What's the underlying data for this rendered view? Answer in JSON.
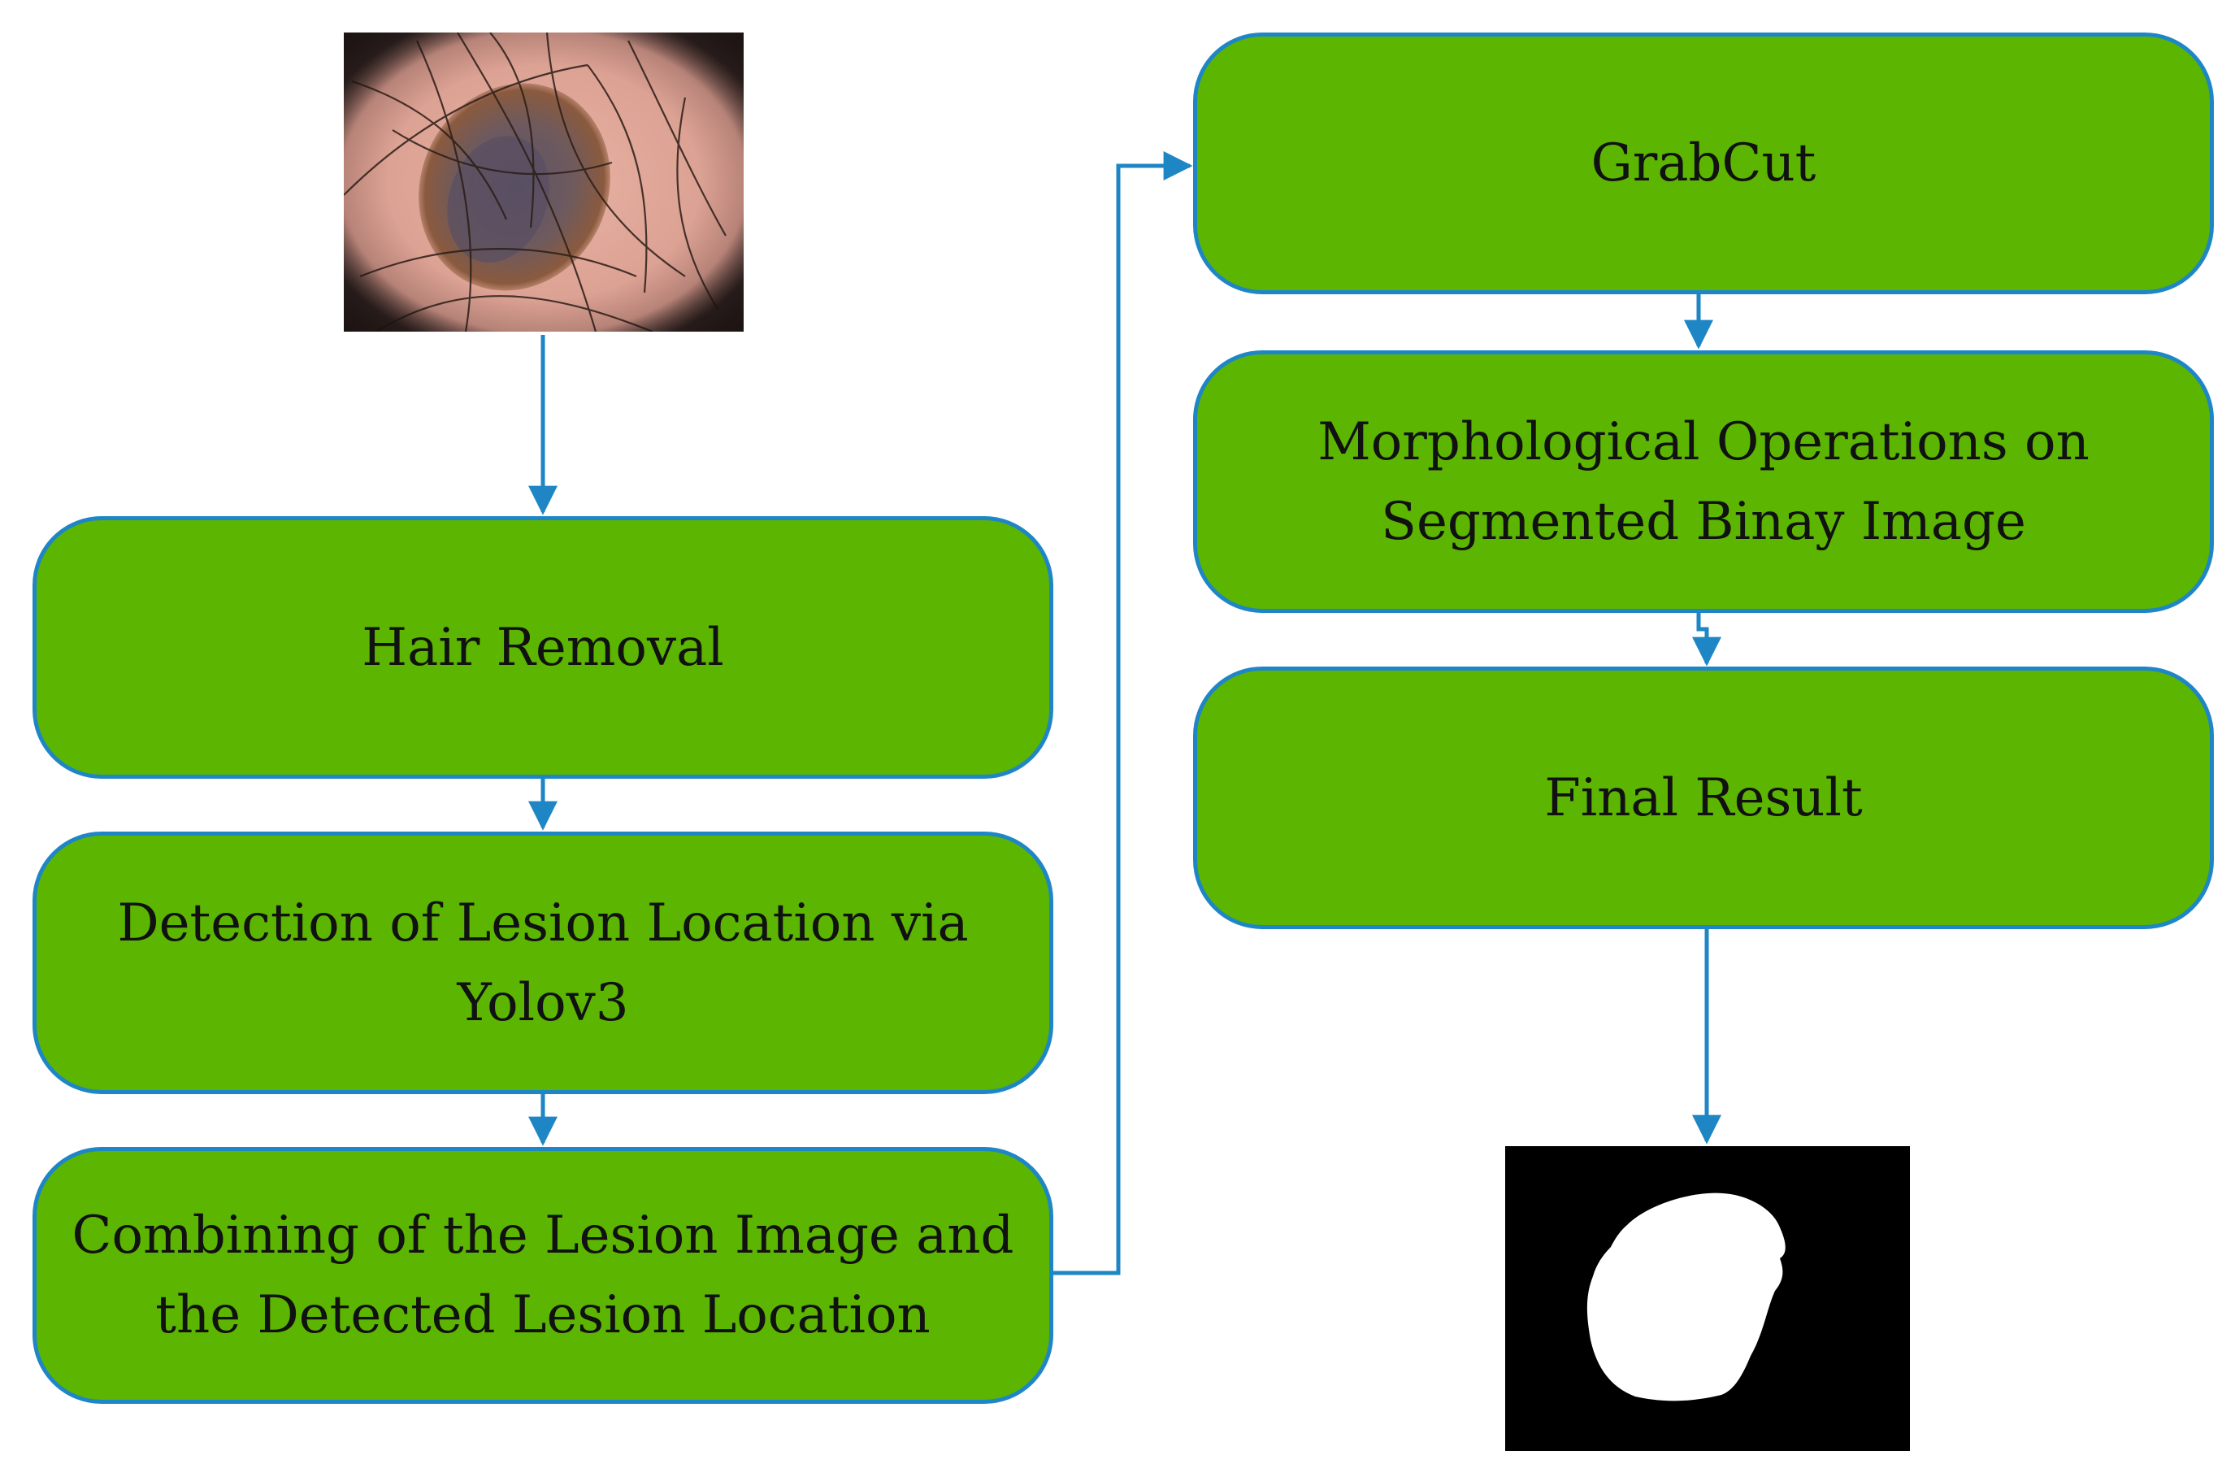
{
  "colors": {
    "box_fill": "#5cb500",
    "box_border": "#1f86c6",
    "arrow": "#1f86c6",
    "text": "#111111"
  },
  "steps": {
    "hair_removal": "Hair Removal",
    "detection": "Detection of Lesion Location via\nYolov3",
    "combining": "Combining of the Lesion Image and\nthe Detected Lesion Location",
    "grabcut": "GrabCut",
    "morphological": "Morphological Operations on\nSegmented Binay Image",
    "final_result": "Final Result"
  },
  "images": {
    "input": "dermoscopic-lesion-image",
    "output": "segmented-binary-mask"
  }
}
